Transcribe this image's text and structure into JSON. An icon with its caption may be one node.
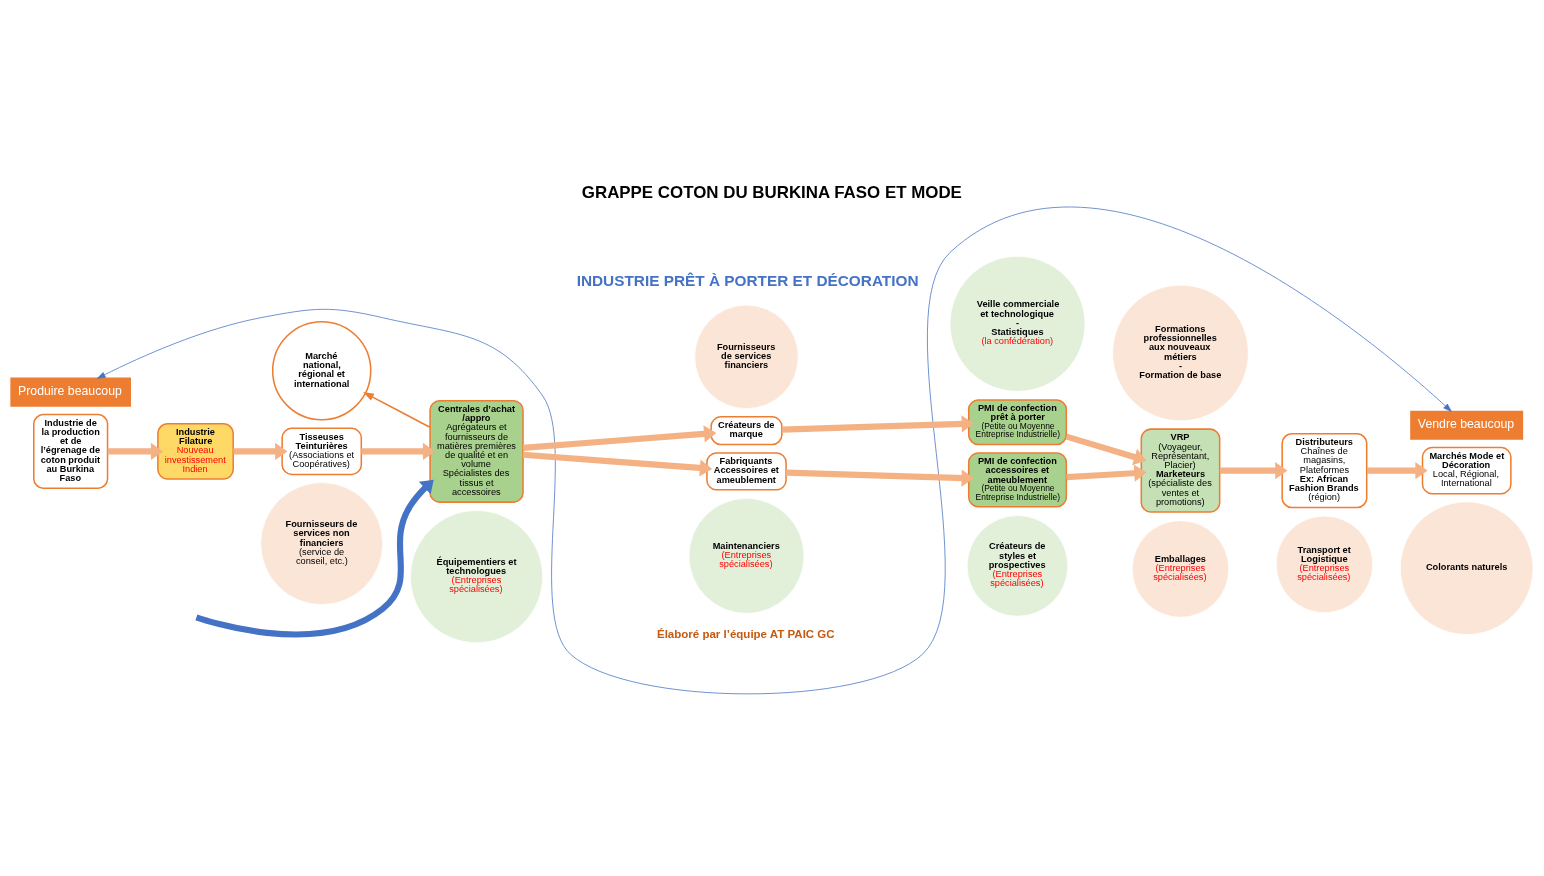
{
  "diagram": {
    "title": "GRAPPE COTON DU BURKINA FASO ET MODE",
    "caption": "Élaboré par l’équipe AT PAIC GC",
    "nodes": [
      {
        "text": [
          "Produire beaucoup"
        ]
      },
      {
        "text": [
          "Vendre beaucoup"
        ]
      },
      {
        "text": [
          "Marché national, régional et international"
        ]
      },
      {
        "text": [
          "Fournisseurs de services financiers"
        ]
      },
      {
        "text": [
          "Veille commerciale et technologique",
          "-",
          "Statistiques",
          "(la confédération)"
        ]
      },
      {
        "text": [
          "Formations professionnelles aux nouveaux métiers",
          "-",
          "Formation de base"
        ]
      },
      {
        "text": [
          "Industrie de la production et de l’égrenage de coton produit au Burkina Faso"
        ]
      },
      {
        "text": [
          "Industrie Filature",
          "Nouveau investissement Indien"
        ]
      },
      {
        "text": [
          "Tisseuses",
          "Teinturières",
          "(Associations et Coopératives)"
        ]
      },
      {
        "text": [
          "Centrales d’achat /appro",
          "Agrégateurs et fournisseurs de matières premières de qualité et en volume",
          "Spécialistes des tissus et accessoires"
        ]
      },
      {
        "text": [
          "Créateurs de marque"
        ]
      },
      {
        "text": [
          "Fabriquants Accessoires et ameublement"
        ]
      },
      {
        "text": [
          "PMI de confection prêt à porter",
          "(Petite ou Moyenne Entreprise Industrielle)"
        ]
      },
      {
        "text": [
          "PMI de confection accessoires et ameublement",
          "(Petite ou Moyenne Entreprise Industrielle)"
        ]
      },
      {
        "text": [
          "VRP",
          "(Voyageur, Représentant, Placier)",
          "Marketeurs",
          "(spécialiste des ventes et promotions)"
        ]
      },
      {
        "text": [
          "Distributeurs",
          "Chaînes de magasins, Plateformes",
          "Ex: African Fashion Brands",
          "(région)"
        ]
      },
      {
        "text": [
          "Marchés Mode et Décoration",
          "Local, Régional, International"
        ]
      },
      {
        "text": [
          "Fournisseurs de services non financiers",
          "(service de conseil, etc.)"
        ]
      },
      {
        "text": [
          "Équipementiers et technologues",
          "(Entreprises spécialisées)"
        ]
      },
      {
        "text": [
          "Maintenanciers",
          "(Entreprises spécialisées)"
        ]
      },
      {
        "text": [
          "Créateurs de styles et prospectives",
          "(Entreprises spécialisées)"
        ]
      },
      {
        "text": [
          "Emballages",
          "(Entreprises spécialisées)"
        ]
      },
      {
        "text": [
          "Transport et Logistique",
          "(Entreprises spécialisées)"
        ]
      },
      {
        "text": [
          "Colorants naturels"
        ]
      }
    ],
    "edges": [
      {
        "from": 0,
        "to": 1,
        "arrow": "both",
        "color": "#4472c4"
      },
      {
        "from": 9,
        "to": 2,
        "arrow": "to",
        "color": "#ed7d31"
      },
      {
        "from": 6,
        "to": 7,
        "arrow": "to"
      },
      {
        "from": 7,
        "to": 8,
        "arrow": "to"
      },
      {
        "from": 8,
        "to": 9,
        "arrow": "to"
      },
      {
        "from": null,
        "to": 9,
        "arrow": "to",
        "color": "#4472c4"
      },
      {
        "from": 9,
        "to": 10,
        "arrow": "to"
      },
      {
        "from": 9,
        "to": 11,
        "arrow": "to"
      },
      {
        "from": 10,
        "to": 12,
        "arrow": "to"
      },
      {
        "from": 11,
        "to": 13,
        "arrow": "to"
      },
      {
        "from": 12,
        "to": 14,
        "arrow": "to"
      },
      {
        "from": 13,
        "to": 14,
        "arrow": "to"
      },
      {
        "from": 14,
        "to": 15,
        "arrow": "to"
      },
      {
        "from": 15,
        "to": 16,
        "arrow": "to"
      }
    ],
    "labels": [
      "INDUSTRIE PRÊT À PORTER ET DÉCORATION"
    ]
  }
}
